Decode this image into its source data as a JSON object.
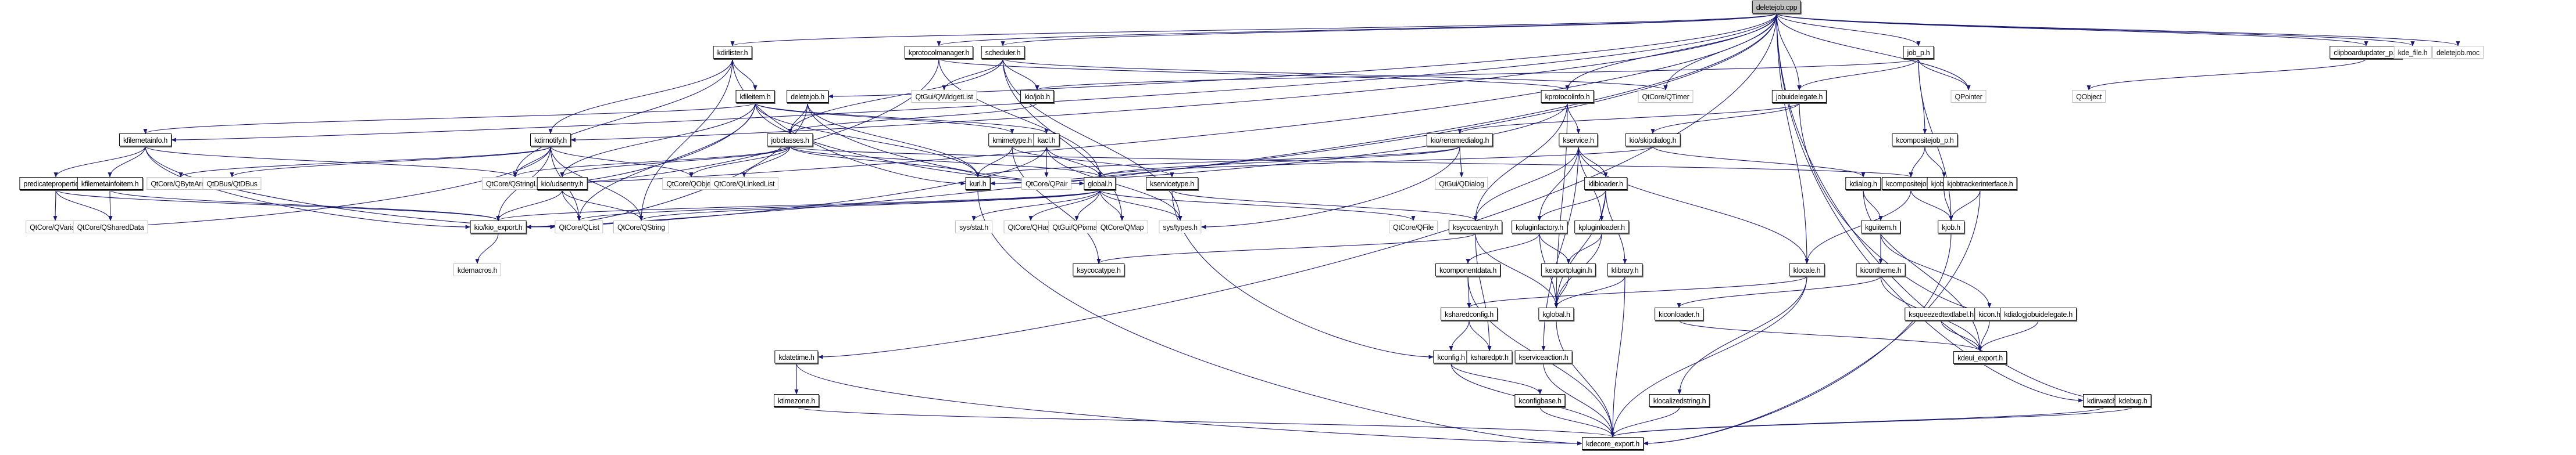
{
  "title": "deletejob.cpp include dependency graph",
  "edge_color": "#191970",
  "nodes": [
    {
      "id": "deletejob.cpp",
      "label": "deletejob.cpp",
      "kind": "root"
    },
    {
      "id": "kdirlister.h",
      "label": "kdirlister.h",
      "kind": "internal"
    },
    {
      "id": "kprotocolmanager.h",
      "label": "kprotocolmanager.h",
      "kind": "internal"
    },
    {
      "id": "scheduler.h",
      "label": "scheduler.h",
      "kind": "internal"
    },
    {
      "id": "job_p.h",
      "label": "job_p.h",
      "kind": "internal"
    },
    {
      "id": "clipboardupdater_p.h",
      "label": "clipboardupdater_p.h",
      "kind": "internal"
    },
    {
      "id": "kde_file.h",
      "label": "kde_file.h",
      "kind": "external"
    },
    {
      "id": "deletejob.moc",
      "label": "deletejob.moc",
      "kind": "external"
    },
    {
      "id": "kfileitem.h",
      "label": "kfileitem.h",
      "kind": "internal"
    },
    {
      "id": "deletejob.h",
      "label": "deletejob.h",
      "kind": "internal"
    },
    {
      "id": "QtGui/QWidgetList",
      "label": "QtGui/QWidgetList",
      "kind": "external"
    },
    {
      "id": "kio/job.h",
      "label": "kio/job.h",
      "kind": "internal"
    },
    {
      "id": "kprotocolinfo.h",
      "label": "kprotocolinfo.h",
      "kind": "internal"
    },
    {
      "id": "QtCore/QTimer",
      "label": "QtCore/QTimer",
      "kind": "external"
    },
    {
      "id": "jobuidelegate.h",
      "label": "jobuidelegate.h",
      "kind": "internal"
    },
    {
      "id": "QPointer",
      "label": "QPointer",
      "kind": "external"
    },
    {
      "id": "QObject",
      "label": "QObject",
      "kind": "external"
    },
    {
      "id": "kfilemetainfo.h",
      "label": "kfilemetainfo.h",
      "kind": "internal"
    },
    {
      "id": "kdirnotify.h",
      "label": "kdirnotify.h",
      "kind": "internal"
    },
    {
      "id": "jobclasses.h",
      "label": "jobclasses.h",
      "kind": "internal"
    },
    {
      "id": "kmimetype.h",
      "label": "kmimetype.h",
      "kind": "internal"
    },
    {
      "id": "kacl.h",
      "label": "kacl.h",
      "kind": "internal"
    },
    {
      "id": "kio/renamedialog.h",
      "label": "kio/renamedialog.h",
      "kind": "internal"
    },
    {
      "id": "kservice.h",
      "label": "kservice.h",
      "kind": "internal"
    },
    {
      "id": "kio/skipdialog.h",
      "label": "kio/skipdialog.h",
      "kind": "internal"
    },
    {
      "id": "kcompositejob_p.h",
      "label": "kcompositejob_p.h",
      "kind": "internal"
    },
    {
      "id": "predicateproperties.h",
      "label": "predicateproperties.h",
      "kind": "internal"
    },
    {
      "id": "kfilemetainfoitem.h",
      "label": "kfilemetainfoitem.h",
      "kind": "internal"
    },
    {
      "id": "QtCore/QByteArray",
      "label": "QtCore/QByteArray",
      "kind": "external"
    },
    {
      "id": "QtDBus/QtDBus",
      "label": "QtDBus/QtDBus",
      "kind": "external"
    },
    {
      "id": "QtCore/QStringList",
      "label": "QtCore/QStringList",
      "kind": "external"
    },
    {
      "id": "kio/udsentry.h",
      "label": "kio/udsentry.h",
      "kind": "internal"
    },
    {
      "id": "QtCore/QObject",
      "label": "QtCore/QObject",
      "kind": "external"
    },
    {
      "id": "QtCore/QLinkedList",
      "label": "QtCore/QLinkedList",
      "kind": "external"
    },
    {
      "id": "kurl.h",
      "label": "kurl.h",
      "kind": "internal"
    },
    {
      "id": "QtCore/QPair",
      "label": "QtCore/QPair",
      "kind": "external"
    },
    {
      "id": "global.h",
      "label": "global.h",
      "kind": "internal"
    },
    {
      "id": "kservicetype.h",
      "label": "kservicetype.h",
      "kind": "internal"
    },
    {
      "id": "QtGui/QDialog",
      "label": "QtGui/QDialog",
      "kind": "external"
    },
    {
      "id": "klibloader.h",
      "label": "klibloader.h",
      "kind": "internal"
    },
    {
      "id": "kdialog.h",
      "label": "kdialog.h",
      "kind": "internal"
    },
    {
      "id": "kcompositejob.h",
      "label": "kcompositejob.h",
      "kind": "internal"
    },
    {
      "id": "kjob_p.h",
      "label": "kjob_p.h",
      "kind": "internal"
    },
    {
      "id": "kjobtrackerinterface.h",
      "label": "kjobtrackerinterface.h",
      "kind": "internal"
    },
    {
      "id": "QtCore/QVariant",
      "label": "QtCore/QVariant",
      "kind": "external"
    },
    {
      "id": "QtCore/QSharedData",
      "label": "QtCore/QSharedData",
      "kind": "external"
    },
    {
      "id": "kio/kio_export.h",
      "label": "kio/kio_export.h",
      "kind": "internal"
    },
    {
      "id": "QtCore/QList",
      "label": "QtCore/QList",
      "kind": "external"
    },
    {
      "id": "QtCore/QString",
      "label": "QtCore/QString",
      "kind": "external"
    },
    {
      "id": "sys/stat.h",
      "label": "sys/stat.h",
      "kind": "external"
    },
    {
      "id": "QtCore/QHash",
      "label": "QtCore/QHash",
      "kind": "external"
    },
    {
      "id": "QtGui/QPixmap",
      "label": "QtGui/QPixmap",
      "kind": "external"
    },
    {
      "id": "QtCore/QMap",
      "label": "QtCore/QMap",
      "kind": "external"
    },
    {
      "id": "sys/types.h",
      "label": "sys/types.h",
      "kind": "external"
    },
    {
      "id": "QtCore/QFile",
      "label": "QtCore/QFile",
      "kind": "external"
    },
    {
      "id": "ksycocaentry.h",
      "label": "ksycocaentry.h",
      "kind": "internal"
    },
    {
      "id": "kpluginfactory.h",
      "label": "kpluginfactory.h",
      "kind": "internal"
    },
    {
      "id": "kpluginloader.h",
      "label": "kpluginloader.h",
      "kind": "internal"
    },
    {
      "id": "kguiitem.h",
      "label": "kguiitem.h",
      "kind": "internal"
    },
    {
      "id": "kjob.h",
      "label": "kjob.h",
      "kind": "internal"
    },
    {
      "id": "kdemacros.h",
      "label": "kdemacros.h",
      "kind": "external"
    },
    {
      "id": "ksycocatype.h",
      "label": "ksycocatype.h",
      "kind": "internal"
    },
    {
      "id": "kcomponentdata.h",
      "label": "kcomponentdata.h",
      "kind": "internal"
    },
    {
      "id": "kexportplugin.h",
      "label": "kexportplugin.h",
      "kind": "internal"
    },
    {
      "id": "klibrary.h",
      "label": "klibrary.h",
      "kind": "internal"
    },
    {
      "id": "klocale.h",
      "label": "klocale.h",
      "kind": "internal"
    },
    {
      "id": "kicontheme.h",
      "label": "kicontheme.h",
      "kind": "internal"
    },
    {
      "id": "ksharedconfig.h",
      "label": "ksharedconfig.h",
      "kind": "internal"
    },
    {
      "id": "kglobal.h",
      "label": "kglobal.h",
      "kind": "internal"
    },
    {
      "id": "kiconloader.h",
      "label": "kiconloader.h",
      "kind": "internal"
    },
    {
      "id": "ksqueezedtextlabel.h",
      "label": "ksqueezedtextlabel.h",
      "kind": "internal"
    },
    {
      "id": "kicon.h",
      "label": "kicon.h",
      "kind": "internal"
    },
    {
      "id": "kdialogjobuidelegate.h",
      "label": "kdialogjobuidelegate.h",
      "kind": "internal"
    },
    {
      "id": "kdatetime.h",
      "label": "kdatetime.h",
      "kind": "internal"
    },
    {
      "id": "kconfig.h",
      "label": "kconfig.h",
      "kind": "internal"
    },
    {
      "id": "ksharedptr.h",
      "label": "ksharedptr.h",
      "kind": "internal"
    },
    {
      "id": "kserviceaction.h",
      "label": "kserviceaction.h",
      "kind": "internal"
    },
    {
      "id": "kdeui_export.h",
      "label": "kdeui_export.h",
      "kind": "internal"
    },
    {
      "id": "ktimezone.h",
      "label": "ktimezone.h",
      "kind": "internal"
    },
    {
      "id": "kconfigbase.h",
      "label": "kconfigbase.h",
      "kind": "internal"
    },
    {
      "id": "klocalizedstring.h",
      "label": "klocalizedstring.h",
      "kind": "internal"
    },
    {
      "id": "kdirwatch.h",
      "label": "kdirwatch.h",
      "kind": "internal"
    },
    {
      "id": "kdebug.h",
      "label": "kdebug.h",
      "kind": "internal"
    },
    {
      "id": "kdecore_export.h",
      "label": "kdecore_export.h",
      "kind": "internal"
    }
  ],
  "edges": [
    [
      "deletejob.cpp",
      "kdirlister.h"
    ],
    [
      "deletejob.cpp",
      "kprotocolmanager.h"
    ],
    [
      "deletejob.cpp",
      "scheduler.h"
    ],
    [
      "deletejob.cpp",
      "job_p.h"
    ],
    [
      "deletejob.cpp",
      "clipboardupdater_p.h"
    ],
    [
      "deletejob.cpp",
      "kde_file.h"
    ],
    [
      "deletejob.cpp",
      "deletejob.moc"
    ],
    [
      "deletejob.cpp",
      "deletejob.h"
    ],
    [
      "deletejob.cpp",
      "QtCore/QTimer"
    ],
    [
      "deletejob.cpp",
      "jobuidelegate.h"
    ],
    [
      "deletejob.cpp",
      "QPointer"
    ],
    [
      "deletejob.cpp",
      "kdirnotify.h"
    ],
    [
      "deletejob.cpp",
      "kfilemetainfo.h"
    ],
    [
      "deletejob.cpp",
      "klocale.h"
    ],
    [
      "deletejob.cpp",
      "kdirwatch.h"
    ],
    [
      "deletejob.cpp",
      "kdebug.h"
    ],
    [
      "deletejob.cpp",
      "kdatetime.h"
    ],
    [
      "deletejob.cpp",
      "QtCore/QStringList"
    ],
    [
      "deletejob.cpp",
      "kio/kio_export.h"
    ],
    [
      "deletejob.cpp",
      "kurl.h"
    ],
    [
      "deletejob.cpp",
      "kprotocolinfo.h"
    ],
    [
      "kdirlister.h",
      "kfileitem.h"
    ],
    [
      "kdirlister.h",
      "kdirnotify.h"
    ],
    [
      "kdirlister.h",
      "QtCore/QStringList"
    ],
    [
      "kdirlister.h",
      "kurl.h"
    ],
    [
      "kdirlister.h",
      "QtCore/QString"
    ],
    [
      "kprotocolmanager.h",
      "global.h"
    ],
    [
      "kprotocolmanager.h",
      "QtCore/QStringList"
    ],
    [
      "kprotocolmanager.h",
      "kprotocolinfo.h"
    ],
    [
      "scheduler.h",
      "kio/job.h"
    ],
    [
      "scheduler.h",
      "QtGui/QWidgetList"
    ],
    [
      "scheduler.h",
      "jobclasses.h"
    ],
    [
      "scheduler.h",
      "QtCore/QTimer"
    ],
    [
      "scheduler.h",
      "QtCore/QMap"
    ],
    [
      "scheduler.h",
      "sys/types.h"
    ],
    [
      "job_p.h",
      "jobuidelegate.h"
    ],
    [
      "job_p.h",
      "kio/job.h"
    ],
    [
      "job_p.h",
      "QPointer"
    ],
    [
      "job_p.h",
      "kcompositejob_p.h"
    ],
    [
      "job_p.h",
      "kjob.h"
    ],
    [
      "clipboardupdater_p.h",
      "QObject"
    ],
    [
      "kfileitem.h",
      "kurl.h"
    ],
    [
      "kfileitem.h",
      "kacl.h"
    ],
    [
      "kfileitem.h",
      "kmimetype.h"
    ],
    [
      "kfileitem.h",
      "kio/udsentry.h"
    ],
    [
      "kfileitem.h",
      "global.h"
    ],
    [
      "kfileitem.h",
      "QtCore/QStringList"
    ],
    [
      "kfileitem.h",
      "QtCore/QList"
    ],
    [
      "kfileitem.h",
      "kfilemetainfo.h"
    ],
    [
      "deletejob.h",
      "jobclasses.h"
    ],
    [
      "deletejob.h",
      "kurl.h"
    ],
    [
      "deletejob.h",
      "global.h"
    ],
    [
      "deletejob.h",
      "kio/kio_export.h"
    ],
    [
      "kio/job.h",
      "jobclasses.h"
    ],
    [
      "kprotocolinfo.h",
      "kservice.h"
    ],
    [
      "kprotocolinfo.h",
      "ksycocaentry.h"
    ],
    [
      "kprotocolinfo.h",
      "kurl.h"
    ],
    [
      "kprotocolinfo.h",
      "kglobal.h"
    ],
    [
      "jobuidelegate.h",
      "kio/skipdialog.h"
    ],
    [
      "jobuidelegate.h",
      "kio/renamedialog.h"
    ],
    [
      "jobuidelegate.h",
      "kdialogjobuidelegate.h"
    ],
    [
      "kfilemetainfo.h",
      "predicateproperties.h"
    ],
    [
      "kfilemetainfo.h",
      "kfilemetainfoitem.h"
    ],
    [
      "kfilemetainfo.h",
      "kio/kio_export.h"
    ],
    [
      "kfilemetainfo.h",
      "QtCore/QList"
    ],
    [
      "kfilemetainfo.h",
      "QtCore/QStringList"
    ],
    [
      "kdirnotify.h",
      "QtCore/QByteArray"
    ],
    [
      "kdirnotify.h",
      "QtDBus/QtDBus"
    ],
    [
      "kdirnotify.h",
      "QtCore/QStringList"
    ],
    [
      "kdirnotify.h",
      "kio/kio_export.h"
    ],
    [
      "kdirnotify.h",
      "QtCore/QList"
    ],
    [
      "kdirnotify.h",
      "QtCore/QString"
    ],
    [
      "kdirnotify.h",
      "QtCore/QObject"
    ],
    [
      "kdirnotify.h",
      "QtCore/QVariant"
    ],
    [
      "jobclasses.h",
      "kurl.h"
    ],
    [
      "jobclasses.h",
      "QtCore/QObject"
    ],
    [
      "jobclasses.h",
      "QtCore/QLinkedList"
    ],
    [
      "jobclasses.h",
      "global.h"
    ],
    [
      "jobclasses.h",
      "kio/udsentry.h"
    ],
    [
      "jobclasses.h",
      "QtCore/QStringList"
    ],
    [
      "jobclasses.h",
      "kcompositejob.h"
    ],
    [
      "kmimetype.h",
      "kurl.h"
    ],
    [
      "kmimetype.h",
      "kservicetype.h"
    ],
    [
      "kmimetype.h",
      "ksycocatype.h"
    ],
    [
      "kacl.h",
      "QtCore/QPair"
    ],
    [
      "kacl.h",
      "global.h"
    ],
    [
      "kacl.h",
      "sys/types.h"
    ],
    [
      "kacl.h",
      "kio/kio_export.h"
    ],
    [
      "kio/renamedialog.h",
      "QtGui/QDialog"
    ],
    [
      "kio/renamedialog.h",
      "global.h"
    ],
    [
      "kio/renamedialog.h",
      "sys/types.h"
    ],
    [
      "kio/renamedialog.h",
      "kurl.h"
    ],
    [
      "kservice.h",
      "klibloader.h"
    ],
    [
      "kservice.h",
      "kpluginfactory.h"
    ],
    [
      "kservice.h",
      "kpluginloader.h"
    ],
    [
      "kservice.h",
      "ksycocaentry.h"
    ],
    [
      "kservice.h",
      "klocale.h"
    ],
    [
      "kservice.h",
      "kserviceaction.h"
    ],
    [
      "kio/skipdialog.h",
      "kdialog.h"
    ],
    [
      "kio/skipdialog.h",
      "global.h"
    ],
    [
      "kcompositejob_p.h",
      "kcompositejob.h"
    ],
    [
      "kcompositejob_p.h",
      "kjob_p.h"
    ],
    [
      "predicateproperties.h",
      "QtCore/QVariant"
    ],
    [
      "predicateproperties.h",
      "QtCore/QSharedData"
    ],
    [
      "predicateproperties.h",
      "kio/kio_export.h"
    ],
    [
      "kfilemetainfoitem.h",
      "QtCore/QSharedData"
    ],
    [
      "kfilemetainfoitem.h",
      "kio/kio_export.h"
    ],
    [
      "kio/udsentry.h",
      "QtCore/QList"
    ],
    [
      "kio/udsentry.h",
      "QtCore/QString"
    ],
    [
      "kio/udsentry.h",
      "kio/kio_export.h"
    ],
    [
      "kurl.h",
      "kdecore_export.h"
    ],
    [
      "global.h",
      "QtCore/QHash"
    ],
    [
      "global.h",
      "QtGui/QPixmap"
    ],
    [
      "global.h",
      "QtCore/QMap"
    ],
    [
      "global.h",
      "sys/types.h"
    ],
    [
      "global.h",
      "QtCore/QFile"
    ],
    [
      "global.h",
      "sys/stat.h"
    ],
    [
      "global.h",
      "QtCore/QString"
    ],
    [
      "global.h",
      "QtCore/QList"
    ],
    [
      "global.h",
      "kio/kio_export.h"
    ],
    [
      "kservicetype.h",
      "ksycocaentry.h"
    ],
    [
      "kservicetype.h",
      "kconfig.h"
    ],
    [
      "klibloader.h",
      "kpluginfactory.h"
    ],
    [
      "klibloader.h",
      "kpluginloader.h"
    ],
    [
      "klibloader.h",
      "klibrary.h"
    ],
    [
      "klibloader.h",
      "kglobal.h"
    ],
    [
      "kdialog.h",
      "kguiitem.h"
    ],
    [
      "kdialog.h",
      "kdeui_export.h"
    ],
    [
      "kcompositejob.h",
      "kjob.h"
    ],
    [
      "kcompositejob.h",
      "klocale.h"
    ],
    [
      "kjob_p.h",
      "kjob.h"
    ],
    [
      "kjobtrackerinterface.h",
      "kjob.h"
    ],
    [
      "kjobtrackerinterface.h",
      "kdecore_export.h"
    ],
    [
      "kio/kio_export.h",
      "kdemacros.h"
    ],
    [
      "ksycocaentry.h",
      "ksycocatype.h"
    ],
    [
      "ksycocaentry.h",
      "kglobal.h"
    ],
    [
      "ksycocaentry.h",
      "ksharedptr.h"
    ],
    [
      "kpluginfactory.h",
      "kcomponentdata.h"
    ],
    [
      "kpluginfactory.h",
      "kexportplugin.h"
    ],
    [
      "kpluginfactory.h",
      "kglobal.h"
    ],
    [
      "kpluginloader.h",
      "kexportplugin.h"
    ],
    [
      "kpluginloader.h",
      "kglobal.h"
    ],
    [
      "kguiitem.h",
      "kicontheme.h"
    ],
    [
      "kguiitem.h",
      "kicon.h"
    ],
    [
      "kjob.h",
      "kdecore_export.h"
    ],
    [
      "kcomponentdata.h",
      "ksharedconfig.h"
    ],
    [
      "kcomponentdata.h",
      "kdecore_export.h"
    ],
    [
      "kexportplugin.h",
      "kglobal.h"
    ],
    [
      "klibrary.h",
      "kglobal.h"
    ],
    [
      "klibrary.h",
      "kdecore_export.h"
    ],
    [
      "klocale.h",
      "ksharedconfig.h"
    ],
    [
      "klocale.h",
      "klocalizedstring.h"
    ],
    [
      "klocale.h",
      "kdecore_export.h"
    ],
    [
      "kicontheme.h",
      "kdeui_export.h"
    ],
    [
      "kicontheme.h",
      "kiconloader.h"
    ],
    [
      "ksharedconfig.h",
      "kconfig.h"
    ],
    [
      "ksharedconfig.h",
      "ksharedptr.h"
    ],
    [
      "kglobal.h",
      "kdecore_export.h"
    ],
    [
      "kiconloader.h",
      "kdeui_export.h"
    ],
    [
      "ksqueezedtextlabel.h",
      "kdeui_export.h"
    ],
    [
      "kicon.h",
      "kdeui_export.h"
    ],
    [
      "kdialogjobuidelegate.h",
      "kdeui_export.h"
    ],
    [
      "kdatetime.h",
      "ktimezone.h"
    ],
    [
      "kdatetime.h",
      "kdecore_export.h"
    ],
    [
      "kconfig.h",
      "kconfigbase.h"
    ],
    [
      "kconfig.h",
      "kdecore_export.h"
    ],
    [
      "kserviceaction.h",
      "kdecore_export.h"
    ],
    [
      "ktimezone.h",
      "kdecore_export.h"
    ],
    [
      "kconfigbase.h",
      "kdecore_export.h"
    ],
    [
      "klocalizedstring.h",
      "kdecore_export.h"
    ],
    [
      "kdirwatch.h",
      "kdecore_export.h"
    ],
    [
      "kdebug.h",
      "kdecore_export.h"
    ]
  ]
}
